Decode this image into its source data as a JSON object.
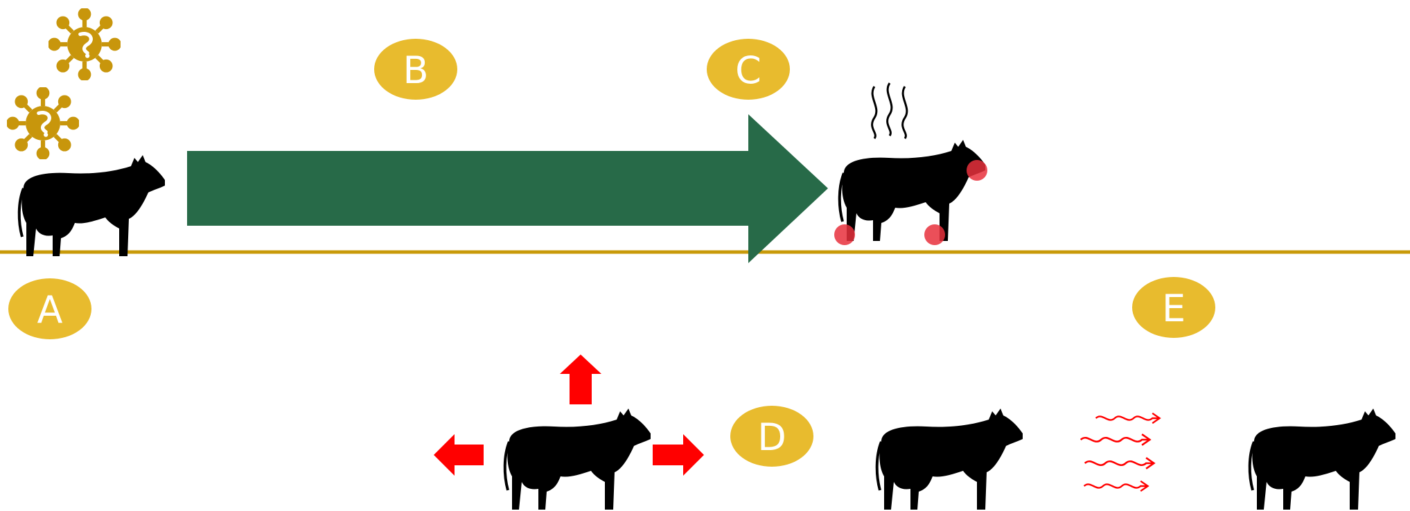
{
  "labels": {
    "a": "A",
    "b": "B",
    "c": "C",
    "d": "D",
    "e": "E"
  },
  "colors": {
    "badge": "#e8bb2e",
    "badge_text": "#ffffff",
    "timeline": "#c89a0a",
    "main_arrow": "#276a48",
    "virus": "#c8960c",
    "cow": "#000000",
    "lesion": "#e8303c",
    "spread_arrow": "#ff0000",
    "fever_lines": "#000000"
  },
  "icons": {
    "virus": "virus-icon",
    "cow": "cow-icon",
    "fever": "fever-icon",
    "lesion": "lesion-icon",
    "spread": "arrow-icon",
    "airborne": "airborne-arrows-icon"
  }
}
